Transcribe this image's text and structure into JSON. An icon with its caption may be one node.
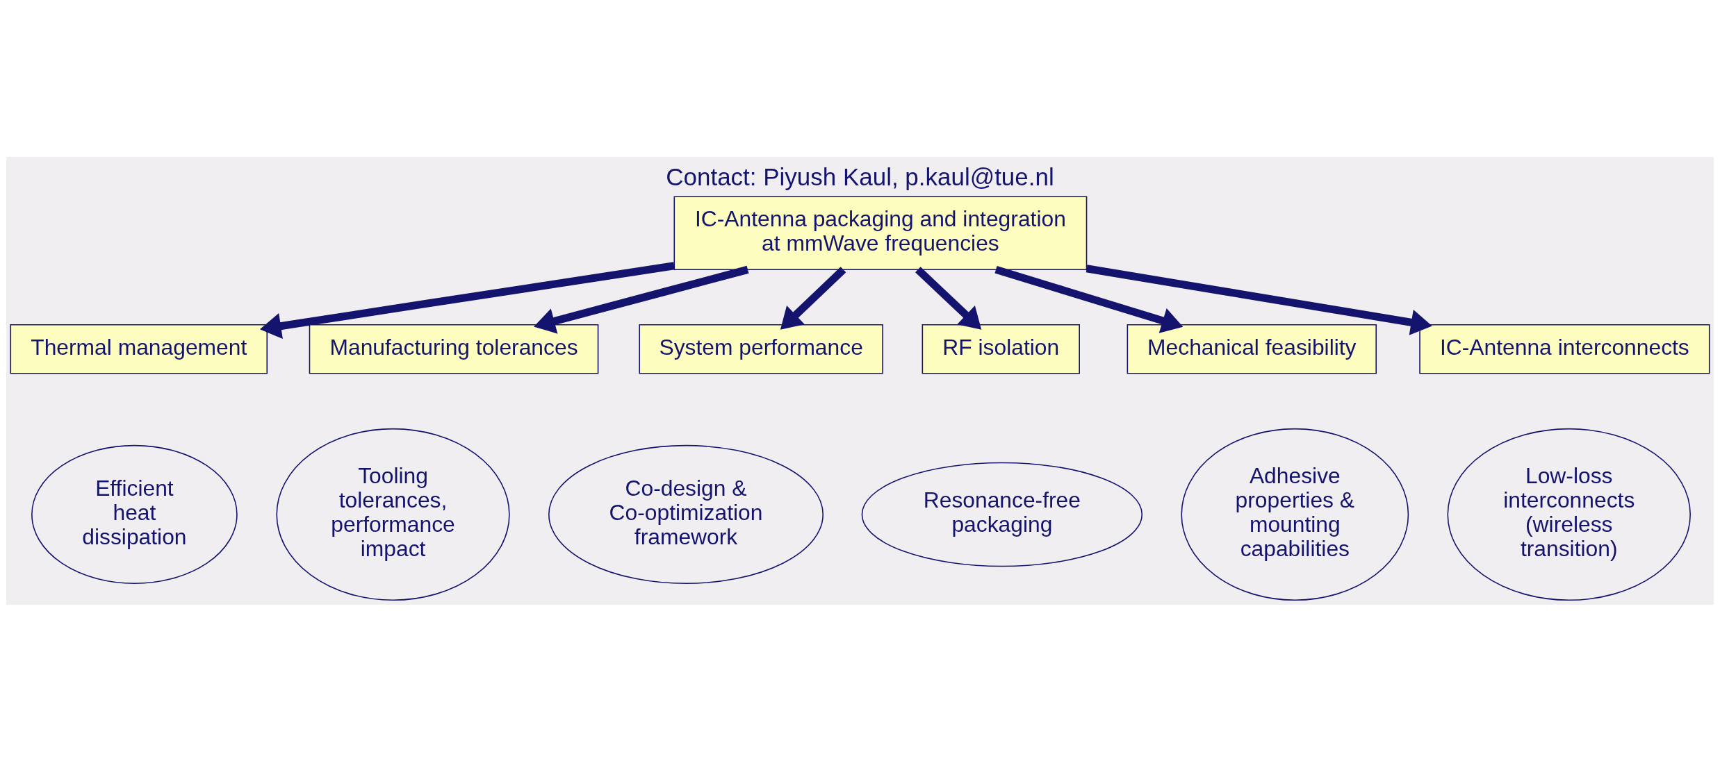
{
  "diagram": {
    "title": "Contact: Piyush Kaul, p.kaul@tue.nl",
    "nodes": [
      {
        "text": [
          "IC-Antenna packaging and integration at mmWave frequencies"
        ]
      },
      {
        "text": [
          "Thermal management"
        ]
      },
      {
        "text": [
          "Efficient heat dissipation"
        ]
      },
      {
        "text": [
          "Manufacturing tolerances"
        ]
      },
      {
        "text": [
          "Tooling tolerances, performance impact"
        ]
      },
      {
        "text": [
          "System performance"
        ]
      },
      {
        "text": [
          "Co-design & Co-optimization framework"
        ]
      },
      {
        "text": [
          "RF isolation"
        ]
      },
      {
        "text": [
          "Resonance-free packaging"
        ]
      },
      {
        "text": [
          "Mechanical feasibility"
        ]
      },
      {
        "text": [
          "Adhesive properties & mounting capabilities"
        ]
      },
      {
        "text": [
          "IC-Antenna interconnects"
        ]
      },
      {
        "text": [
          "Low-loss interconnects (wireless transition)"
        ]
      }
    ],
    "edges": [
      {
        "from": 0,
        "to": 1,
        "arrow": "to"
      },
      {
        "from": 0,
        "to": 3,
        "arrow": "to"
      },
      {
        "from": 0,
        "to": 5,
        "arrow": "to"
      },
      {
        "from": 0,
        "to": 7,
        "arrow": "to"
      },
      {
        "from": 0,
        "to": 9,
        "arrow": "to"
      },
      {
        "from": 0,
        "to": 11,
        "arrow": "to"
      }
    ]
  }
}
